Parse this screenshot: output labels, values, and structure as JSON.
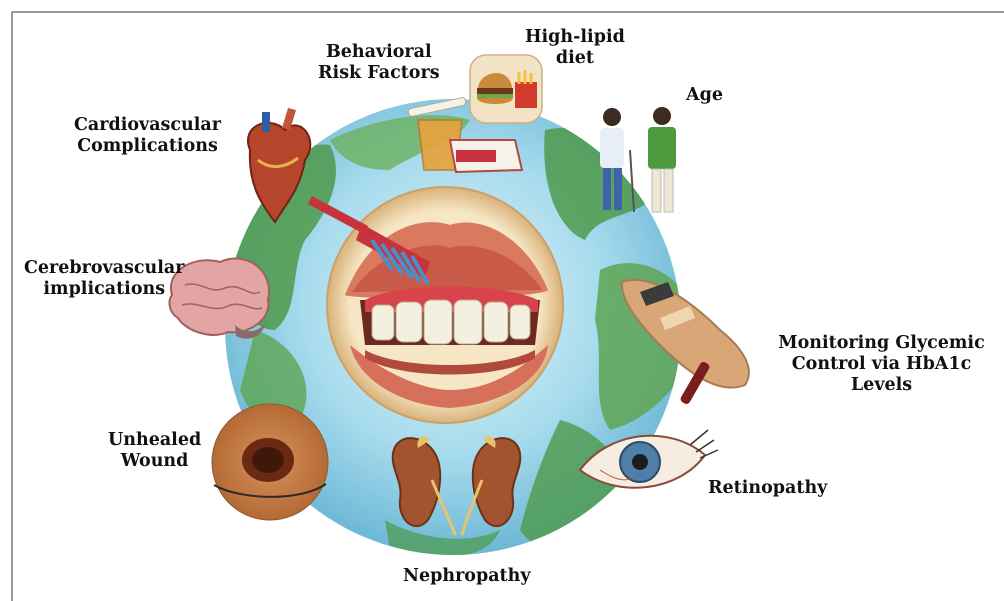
{
  "labels": {
    "behavioral": "Behavioral\nRisk Factors",
    "diet": "High-lipid\ndiet",
    "age": "Age",
    "cardio": "Cardiovascular\nComplications",
    "cerebro": "Cerebrovascular\nimplications",
    "monitoring": "Monitoring Glycemic\nControl via HbA1c Levels",
    "wound": "Unhealed\nWound",
    "retinopathy": "Retinopathy",
    "nephropathy": "Nephropathy"
  },
  "colors": {
    "ocean": "#8ecfe6",
    "ocean_light": "#c8e9f3",
    "land": "#4d9a4a",
    "land_light": "#8cc26b",
    "gum": "#d9434b",
    "lip": "#d7705b",
    "skin_ring": "#f1dcb3",
    "heart": "#b5462c",
    "brain": "#e3a4a4",
    "kidney": "#a4532f"
  },
  "icons": [
    "globe-icon",
    "mouth-icon",
    "toothbrush-icon",
    "heart-icon",
    "brain-icon",
    "cigarette-and-drink-icon",
    "burger-and-fries-icon",
    "elderly-people-icon",
    "blood-draw-arm-icon",
    "wound-icon",
    "kidneys-icon",
    "eye-icon"
  ]
}
